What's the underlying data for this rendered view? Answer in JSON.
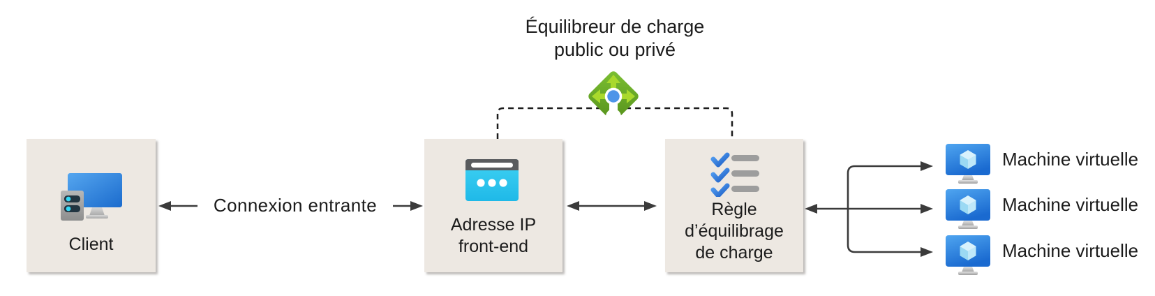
{
  "diagram": {
    "title": "Équilibreur de charge\npublic ou privé",
    "connection_label": "Connexion entrante",
    "nodes": {
      "client": {
        "label": "Client",
        "icon": "client-computer-icon"
      },
      "frontend_ip": {
        "label": "Adresse IP\nfront-end",
        "icon": "browser-window-icon"
      },
      "lb_rule": {
        "label": "Règle\nd’équilibrage\nde charge",
        "icon": "checklist-icon"
      }
    },
    "load_balancer_icon": "load-balancer-icon",
    "vms": [
      {
        "label": "Machine virtuelle",
        "icon": "virtual-machine-icon"
      },
      {
        "label": "Machine virtuelle",
        "icon": "virtual-machine-icon"
      },
      {
        "label": "Machine virtuelle",
        "icon": "virtual-machine-icon"
      }
    ],
    "colors": {
      "node_background": "#EDE8E2",
      "arrow": "#3B3B3B",
      "dashed_line": "#1C1C1C",
      "text": "#1B1B1B",
      "lb_diamond_green": "#6FB22C",
      "lb_arrow_green": "#A9D92C",
      "lb_dot_blue": "#4E95E8",
      "browser_body_cyan": "#2BC3EE",
      "browser_bar_gray": "#595B5E",
      "check_blue": "#2F7FE0",
      "list_bar_gray": "#9D9D9D",
      "monitor_blue": "#2B84E4",
      "vm_cube_blue": "#AEE2F8",
      "stand_gray": "#ABABAB"
    }
  }
}
